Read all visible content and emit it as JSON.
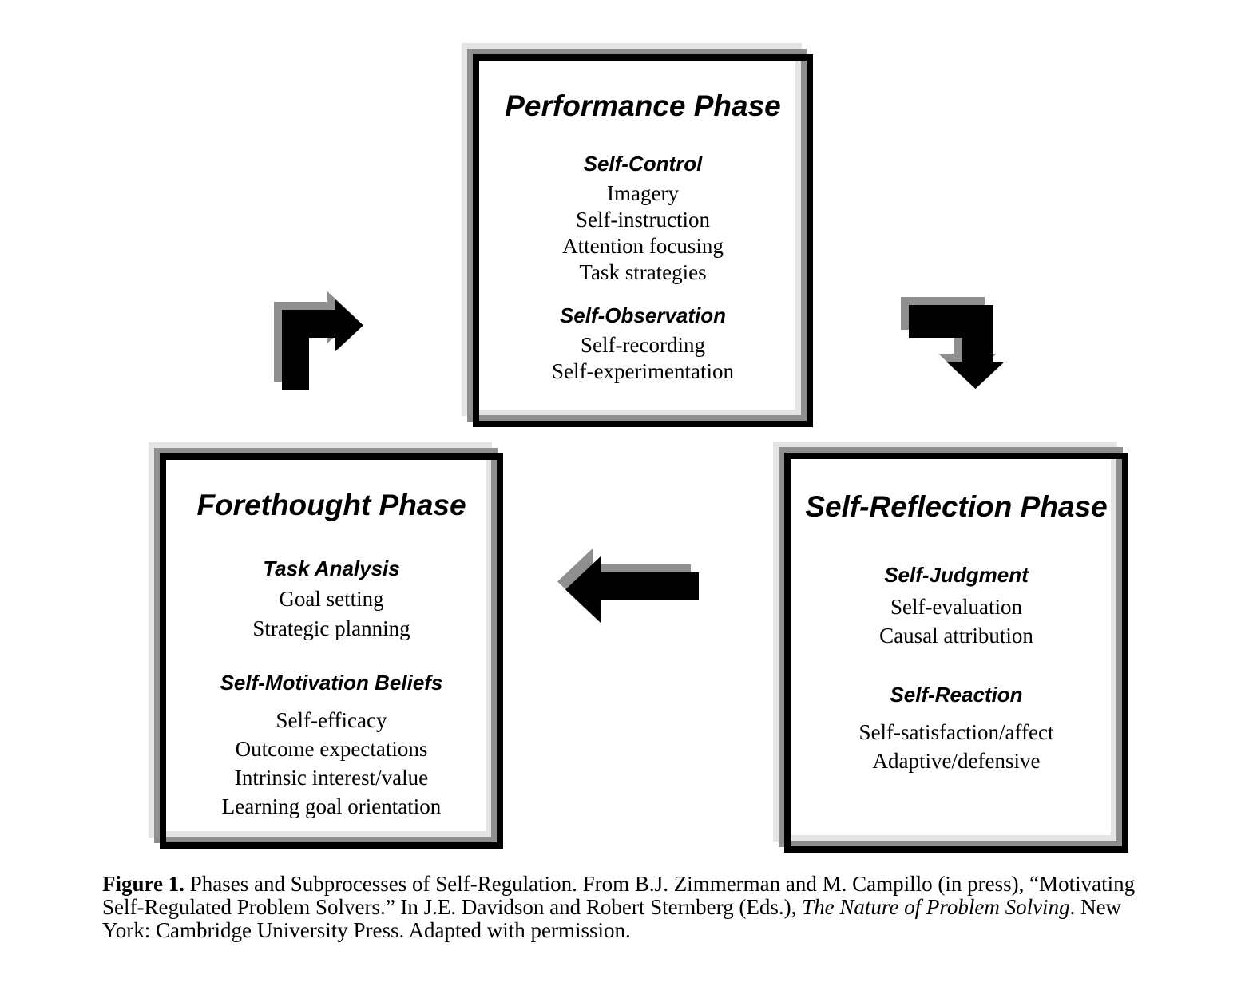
{
  "figure": {
    "boxes": {
      "performance": {
        "title": "Performance Phase",
        "sections": [
          {
            "heading": "Self-Control",
            "items": [
              "Imagery",
              "Self-instruction",
              "Attention focusing",
              "Task strategies"
            ]
          },
          {
            "heading": "Self-Observation",
            "items": [
              "Self-recording",
              "Self-experimentation"
            ]
          }
        ]
      },
      "forethought": {
        "title": "Forethought Phase",
        "sections": [
          {
            "heading": "Task Analysis",
            "items": [
              "Goal setting",
              "Strategic planning"
            ]
          },
          {
            "heading": "Self-Motivation Beliefs",
            "items": [
              "Self-efficacy",
              "Outcome expectations",
              "Intrinsic interest/value",
              "Learning goal orientation"
            ]
          }
        ]
      },
      "self_reflection": {
        "title": "Self-Reflection Phase",
        "sections": [
          {
            "heading": "Self-Judgment",
            "items": [
              "Self-evaluation",
              "Causal attribution"
            ]
          },
          {
            "heading": "Self-Reaction",
            "items": [
              "Self-satisfaction/affect",
              "Adaptive/defensive"
            ]
          }
        ]
      }
    },
    "arrows": [
      {
        "name": "forethought-to-performance-arrow",
        "shape": "elbow-up-then-right"
      },
      {
        "name": "performance-to-self-reflection-arrow",
        "shape": "elbow-right-then-down"
      },
      {
        "name": "self-reflection-to-forethought-arrow",
        "shape": "straight-left"
      }
    ],
    "caption": {
      "line1_bold": "Figure 1.",
      "line1_rest": " Phases and Subprocesses of Self-Regulation. From B.J. Zimmerman and M. Campillo (in press), “Motivating",
      "line2_pre": "Self-Regulated Problem Solvers.” In J.E. Davidson and Robert Sternberg (Eds.), ",
      "line2_italic": "The Nature of Problem Solving",
      "line2_post": ". New",
      "line3": "York: Cambridge University Press. Adapted with permission."
    },
    "colors": {
      "background": "#ffffff",
      "box_fill": "#ffffff",
      "box_border": "#000000",
      "shadow_gray": "#8f8f8f",
      "shadow_light": "#e4e4e4",
      "arrow_black": "#000000",
      "arrow_shadow": "#8f8f8f",
      "text": "#000000"
    }
  }
}
